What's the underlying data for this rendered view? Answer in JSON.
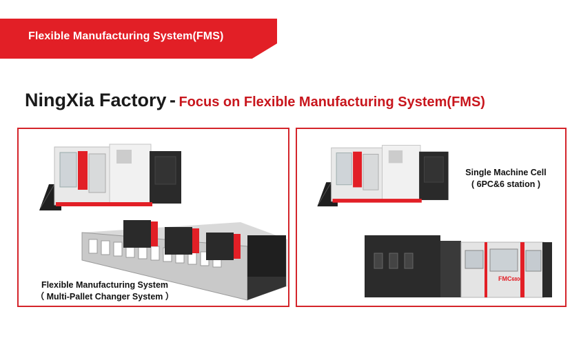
{
  "banner": {
    "title": "Flexible Manufacturing System(FMS)"
  },
  "heading": {
    "main": "NingXia Factory",
    "dash": "-",
    "sub": "Focus on Flexible Manufacturing System(FMS)"
  },
  "panels": {
    "left": {
      "caption_line1": "Flexible Manufacturing System",
      "caption_line2": "（ Multi-Pallet Changer System ）"
    },
    "right": {
      "caption_line1": "Single Machine Cell",
      "caption_line2": "( 6PC&6 station )",
      "fmc_badge": "FMC",
      "fmc_model": "6800"
    }
  },
  "colors": {
    "accent": "#e21f26",
    "dark_machine": "#2a2a2a",
    "panel_border": "#d4242a"
  }
}
